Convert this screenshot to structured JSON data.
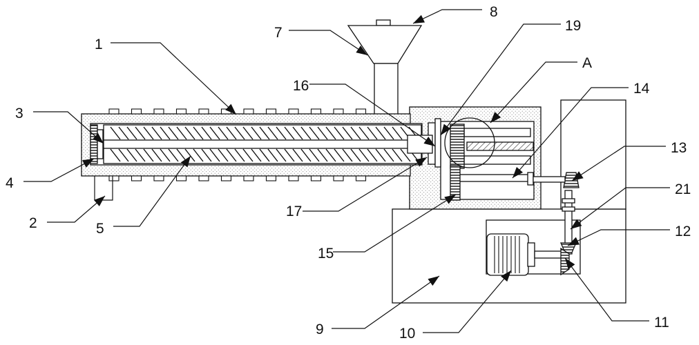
{
  "labels": {
    "l1": "1",
    "l2": "2",
    "l3": "3",
    "l4": "4",
    "l5": "5",
    "l7": "7",
    "l8": "8",
    "l9": "9",
    "l10": "10",
    "l11": "11",
    "l12": "12",
    "l13": "13",
    "l14": "14",
    "l15": "15",
    "l16": "16",
    "l17": "17",
    "l19": "19",
    "l21": "21",
    "lA": "A"
  }
}
